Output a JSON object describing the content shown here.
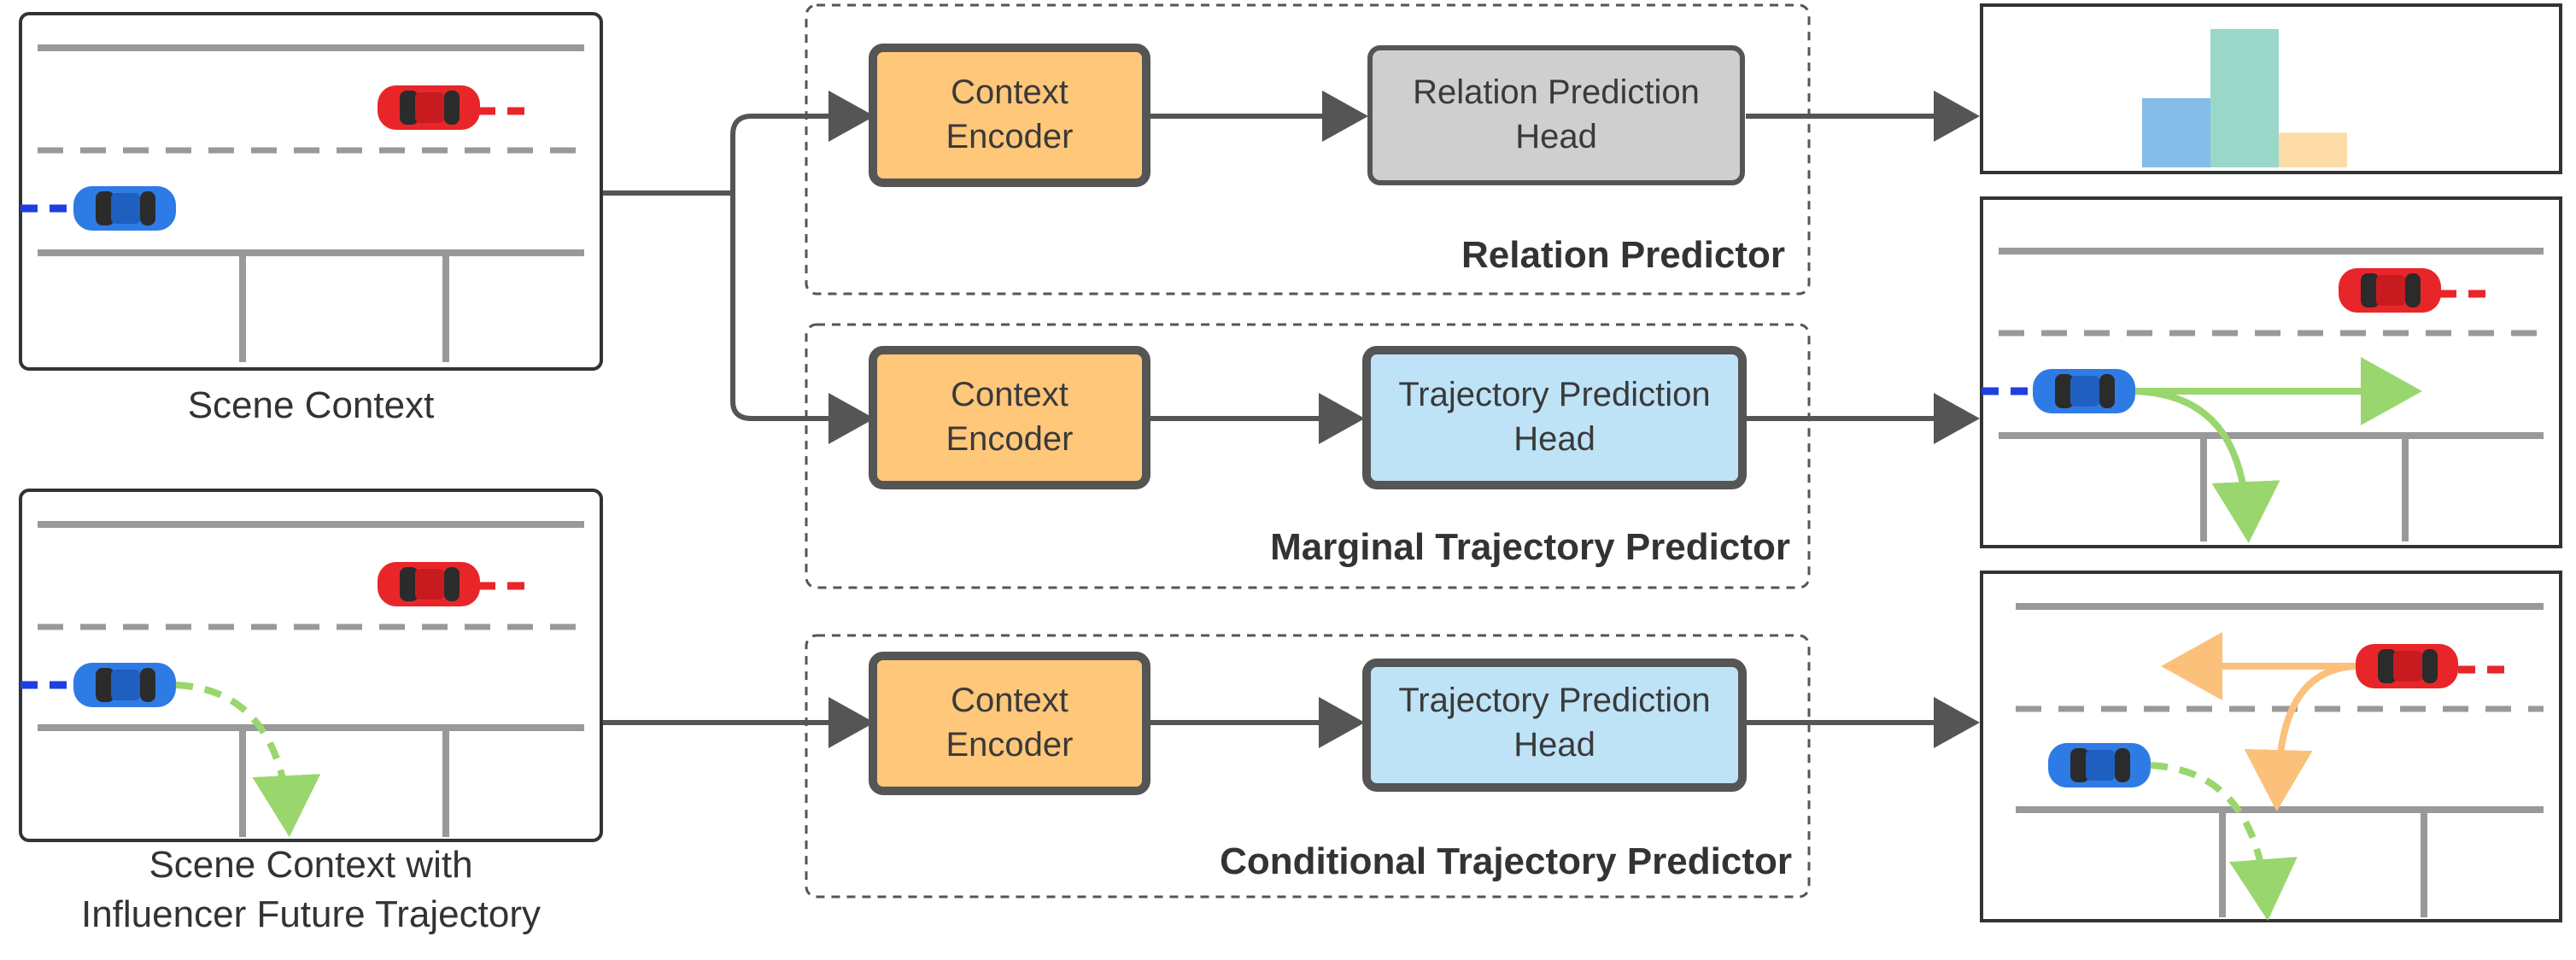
{
  "scene_panels": {
    "scene_context": {
      "caption": "Scene Context"
    },
    "conditioned_scene": {
      "caption_line1": "Scene Context with",
      "caption_line2": "Influencer Future Trajectory"
    }
  },
  "predictors": {
    "relation": {
      "title": "Relation Predictor",
      "encoder_line1": "Context",
      "encoder_line2": "Encoder",
      "head_line1": "Relation Prediction",
      "head_line2": "Head"
    },
    "marginal": {
      "title": "Marginal Trajectory Predictor",
      "encoder_line1": "Context",
      "encoder_line2": "Encoder",
      "head_line1": "Trajectory Prediction",
      "head_line2": "Head"
    },
    "conditional": {
      "title": "Conditional Trajectory Predictor",
      "encoder_line1": "Context",
      "encoder_line2": "Encoder",
      "head_line1": "Trajectory Prediction",
      "head_line2": "Head"
    }
  },
  "colors": {
    "encoder_fill": "#FFC77A",
    "relation_head_fill": "#CFCFCF",
    "trajectory_head_fill": "#BEE3F7",
    "box_border": "#555555",
    "arrow": "#555555",
    "road": "#999999",
    "car_red": "#E8262A",
    "car_blue": "#2F7BE5",
    "trajectory_green": "#9AD66E",
    "trajectory_orange": "#FBC07A",
    "bar_blue": "#86BCE8",
    "bar_teal": "#99D8C9",
    "bar_peach": "#FDDCA8"
  },
  "relation_output": {
    "chart_data": {
      "type": "bar",
      "categories": [
        "",
        "",
        ""
      ],
      "values": [
        0.5,
        1.0,
        0.25
      ]
    }
  }
}
